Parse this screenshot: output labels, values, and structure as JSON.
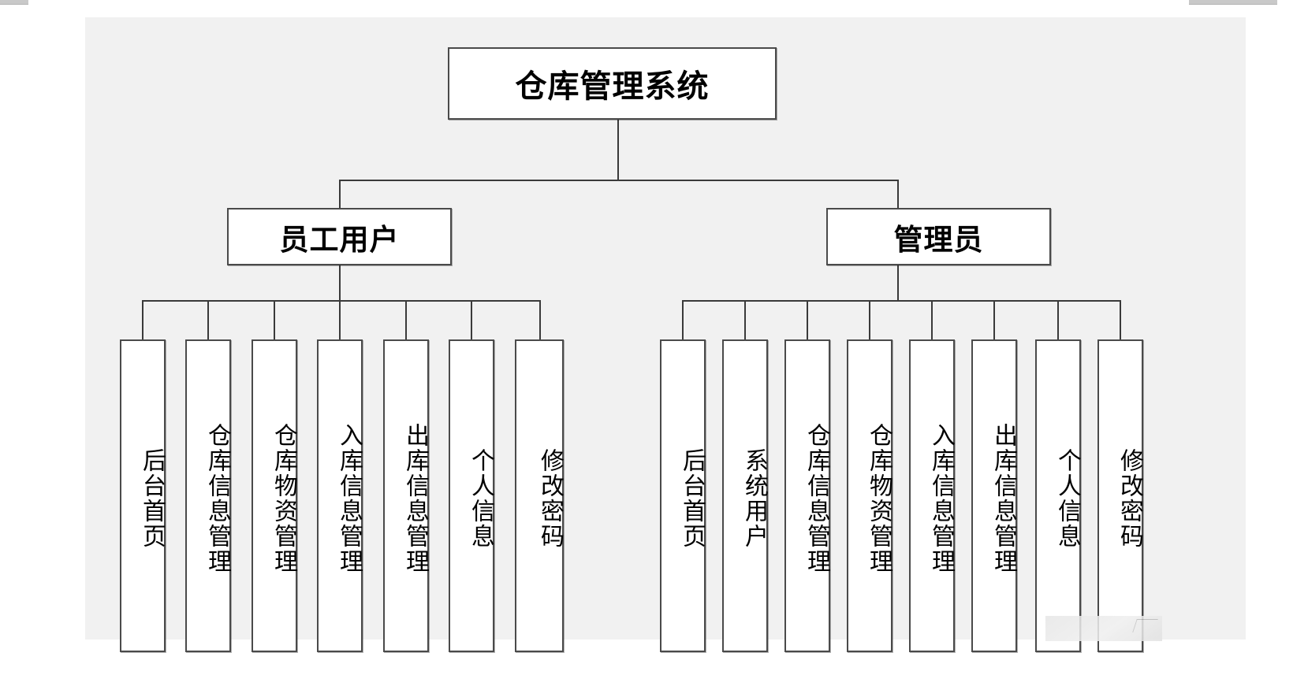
{
  "diagram": {
    "title": "仓库管理系统",
    "root": {
      "label": "仓库管理系统"
    },
    "branches": [
      {
        "id": "employee",
        "label": "员工用户",
        "leaves": [
          {
            "label": "后台首页"
          },
          {
            "label": "仓库信息管理"
          },
          {
            "label": "仓库物资管理"
          },
          {
            "label": "入库信息管理"
          },
          {
            "label": "出库信息管理"
          },
          {
            "label": "个人信息"
          },
          {
            "label": "修改密码"
          }
        ]
      },
      {
        "id": "administrator",
        "label": "管理员",
        "leaves": [
          {
            "label": "后台首页"
          },
          {
            "label": "系统用户"
          },
          {
            "label": "仓库信息管理"
          },
          {
            "label": "仓库物资管理"
          },
          {
            "label": "入库信息管理"
          },
          {
            "label": "出库信息管理"
          },
          {
            "label": "个人信息"
          },
          {
            "label": "修改密码"
          }
        ]
      }
    ],
    "colors": {
      "canvas_background": "#f1f1f1",
      "node_fill": "#ffffff",
      "node_border": "#4a4a4a",
      "connector": "#3a3a3a",
      "text": "#000000"
    }
  }
}
